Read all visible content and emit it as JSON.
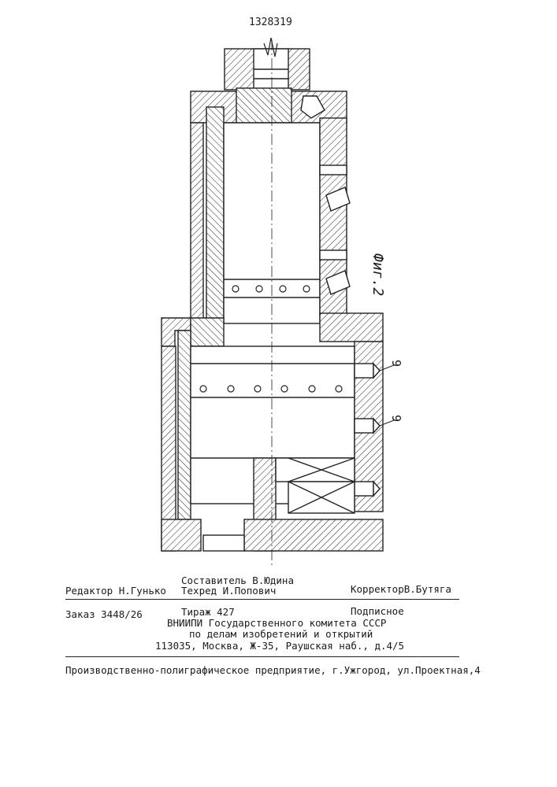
{
  "patent_number": "1328319",
  "figure_label": "Фиг.2",
  "callouts": [
    "9",
    "9"
  ],
  "colophon": {
    "compiler": "Составитель В.Юдина",
    "editor": "Редактор Н.Гунько",
    "techred": "Техред И.Попович",
    "corrector": "КорректорВ.Бутяга",
    "order": "Заказ 3448/26",
    "circulation": "Тираж 427",
    "subscription": "Подписное",
    "org_line1": "ВНИИПИ Государственного комитета СССР",
    "org_line2": "по делам изобретений и открытий",
    "address": "113035, Москва, Ж-35, Раушская наб., д.4/5",
    "printer": "Производственно-полиграфическое предприятие, г.Ужгород, ул.Проектная,4"
  }
}
